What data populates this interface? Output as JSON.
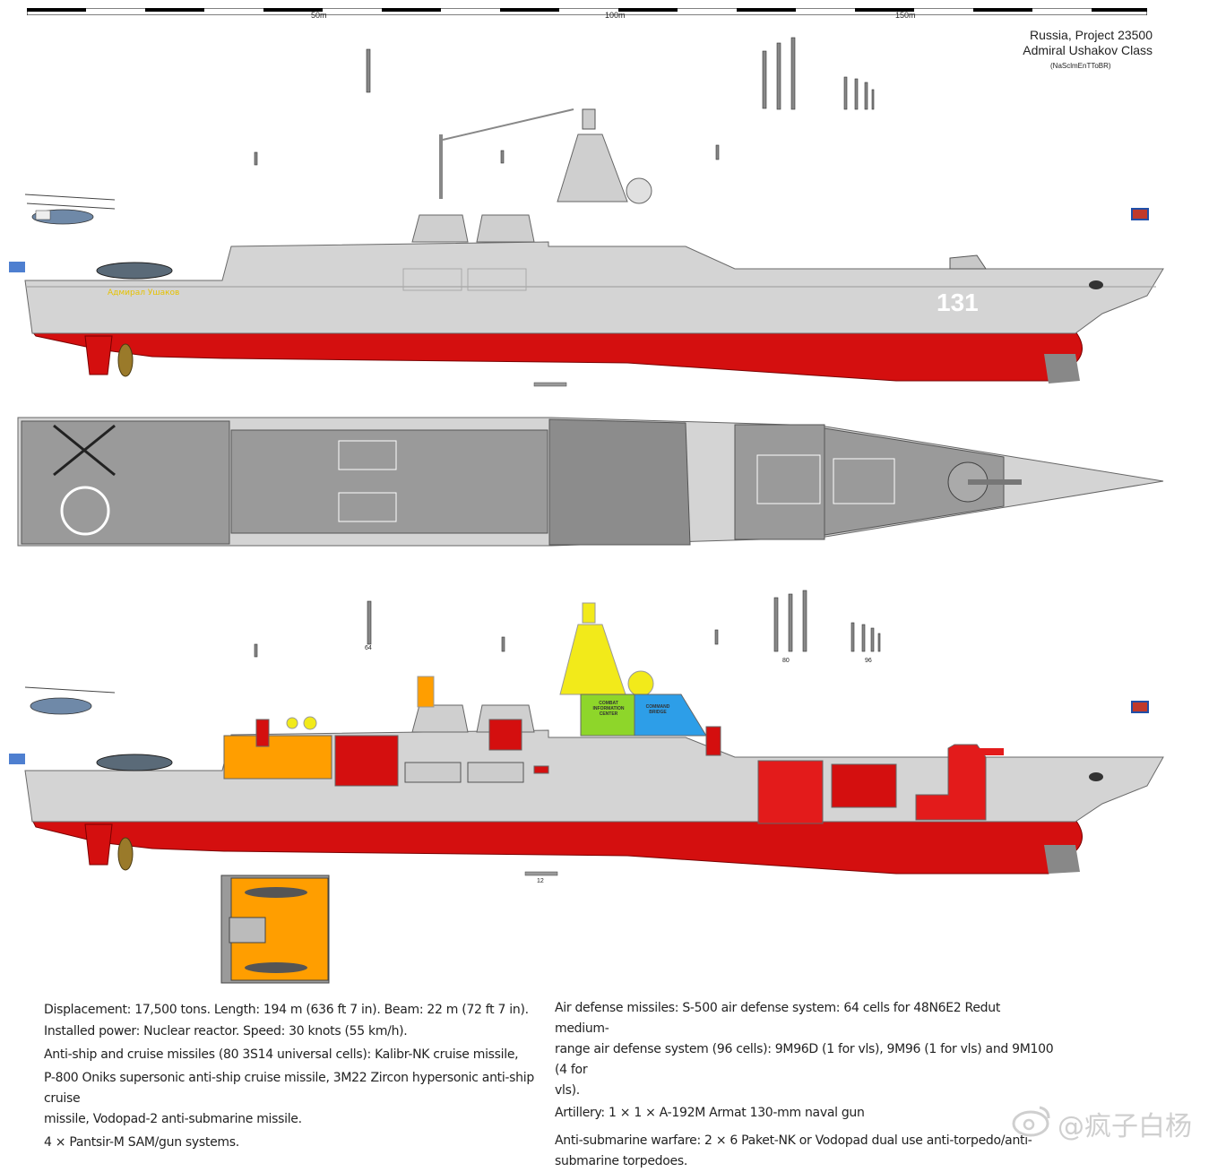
{
  "scale": {
    "marks": [
      "50m",
      "100m",
      "150m"
    ]
  },
  "header": {
    "line1": "Russia, Project 23500",
    "line2": "Admiral Ushakov Class",
    "credit": "(NaSclmEnTToBR)"
  },
  "ship": {
    "hull_number": "131",
    "name_on_hull": "Адмирал Ушаков"
  },
  "labels": {
    "cic": "COMBAT INFORMATION CENTER",
    "bridge": "COMMAND BRIDGE",
    "count_64": "64",
    "count_80": "80",
    "count_96": "96",
    "count_12": "12"
  },
  "specs_left": [
    "Displacement: 17,500 tons.  Length: 194 m (636 ft 7 in).  Beam: 22 m (72 ft 7 in).",
    "Installed power: Nuclear reactor.  Speed: 30 knots (55 km/h).",
    "Anti-ship and cruise missiles (80 3S14 universal cells):  Kalibr-NK cruise missile,",
    "P-800 Oniks supersonic anti-ship cruise missile,  3M22 Zircon hypersonic anti-ship cruise",
    "missile,   Vodopad-2 anti-submarine missile.",
    "4 × Pantsir-M SAM/gun systems."
  ],
  "specs_right": [
    "Air defense missiles:  S-500 air defense system: 64 cells for 48N6E2  Redut medium-",
    "range air defense system (96 cells): 9M96D (1 for vls), 9M96 (1 for vls) and 9M100 (4 for",
    "vls).",
    "Artillery: 1 × 1 × A-192M Armat 130-mm naval gun",
    "Anti-submarine warfare: 2 × 6 Paket-NK or Vodopad dual use anti-torpedo/anti-",
    "submarine torpedoes."
  ],
  "watermark": "@疯子白杨",
  "colors": {
    "hull_gray": "#d4d4d4",
    "deck_gray": "#9a9a9a",
    "antifouling_red": "#d40f0f",
    "orange": "#ff9e00",
    "green": "#8ed62a",
    "blue": "#2d9ee8",
    "yellow": "#f2ea1a"
  }
}
